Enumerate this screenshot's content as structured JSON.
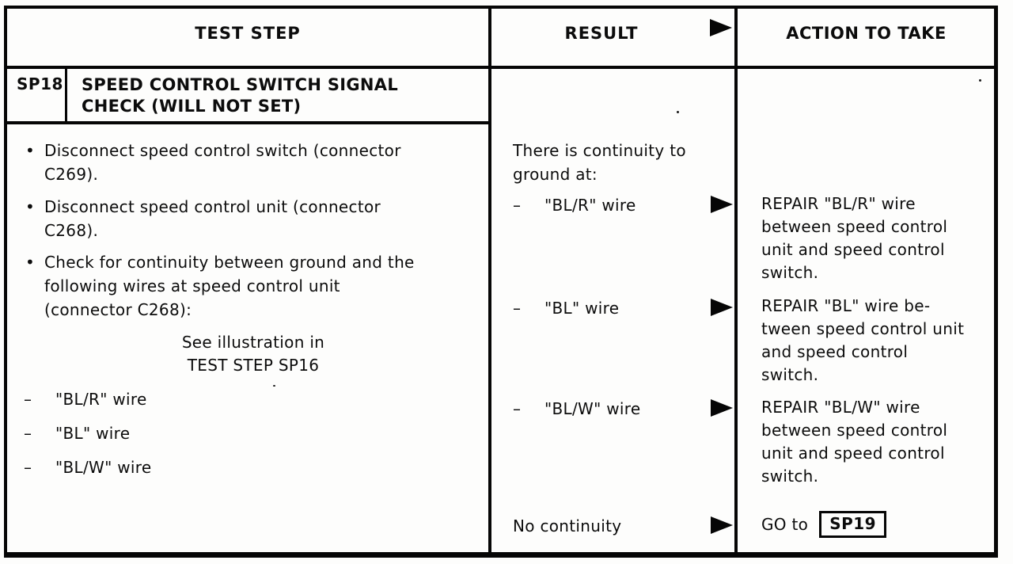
{
  "header": {
    "test_step": "TEST STEP",
    "result": "RESULT",
    "action": "ACTION TO TAKE"
  },
  "step": {
    "id": "SP18",
    "title": "SPEED CONTROL SWITCH SIGNAL\nCHECK (WILL NOT SET)"
  },
  "glyphs": {
    "bullet": "•",
    "dash": "–"
  },
  "test_step_column": {
    "bullets": [
      "Disconnect speed control switch (connector\nC269).",
      "Disconnect speed control unit (connector\nC268).",
      "Check for continuity between ground and the\nfollowing wires at speed control unit\n(connector C268):"
    ],
    "illustration_note": "See illustration in\nTEST STEP SP16",
    "wires": [
      "\"BL/R\" wire",
      "\"BL\" wire",
      "\"BL/W\" wire"
    ]
  },
  "result_column": {
    "intro": "There is continuity to\nground at:",
    "rows": [
      {
        "label": "\"BL/R\" wire"
      },
      {
        "label": "\"BL\" wire"
      },
      {
        "label": "\"BL/W\" wire"
      },
      {
        "label": "No continuity"
      }
    ]
  },
  "action_column": {
    "repairs": [
      "REPAIR \"BL/R\" wire\nbetween speed control\nunit and speed control\nswitch.",
      "REPAIR \"BL\" wire be-\ntween speed control unit\nand speed control\nswitch.",
      "REPAIR \"BL/W\" wire\nbetween speed control\nunit and speed control\nswitch."
    ],
    "goto": {
      "prefix": "GO to",
      "target": "SP19"
    }
  }
}
